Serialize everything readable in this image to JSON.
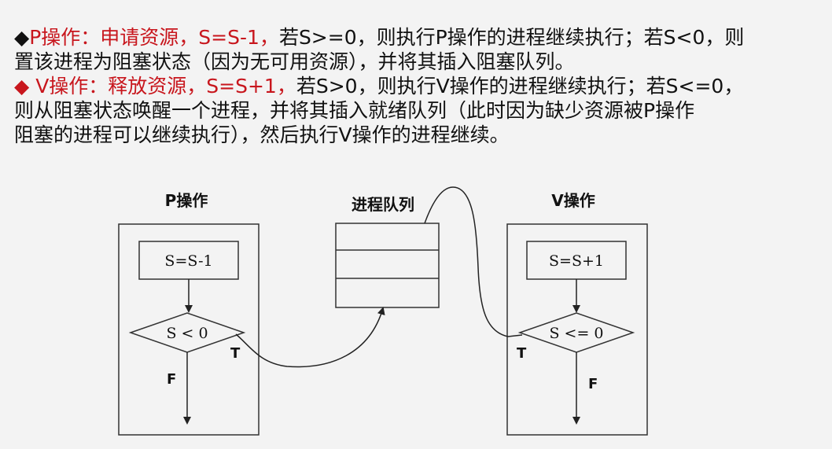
{
  "text": {
    "p": {
      "bullet": "◆",
      "highlight": "P操作：申请资源，S=S-1，",
      "rest": "若S>=0，则执行P操作的进程继续执行；若S<0，则",
      "line2": "置该进程为阻塞状态（因为无可用资源），并将其插入阻塞队列。"
    },
    "v": {
      "bullet": "◆ ",
      "highlight": "V操作：释放资源，S=S+1，",
      "rest": "若S>0，则执行V操作的进程继续执行；若S<=0，",
      "line2": "则从阻塞状态唤醒一个进程，并将其插入就绪队列（此时因为缺少资源被P操作",
      "line3": "阻塞的进程可以继续执行），然后执行V操作的进程继续。"
    }
  },
  "diagram": {
    "p_title": "P操作",
    "queue_title": "进程队列",
    "v_title": "V操作",
    "p_box": "S=S-1",
    "p_decision": "S < 0",
    "v_box": "S=S+1",
    "v_decision": "S <= 0",
    "p_true": "T",
    "p_false": "F",
    "v_true": "T",
    "v_false": "F"
  },
  "colors": {
    "accent": "#c8161d",
    "background": "#f3f3f3",
    "line": "#222222"
  }
}
